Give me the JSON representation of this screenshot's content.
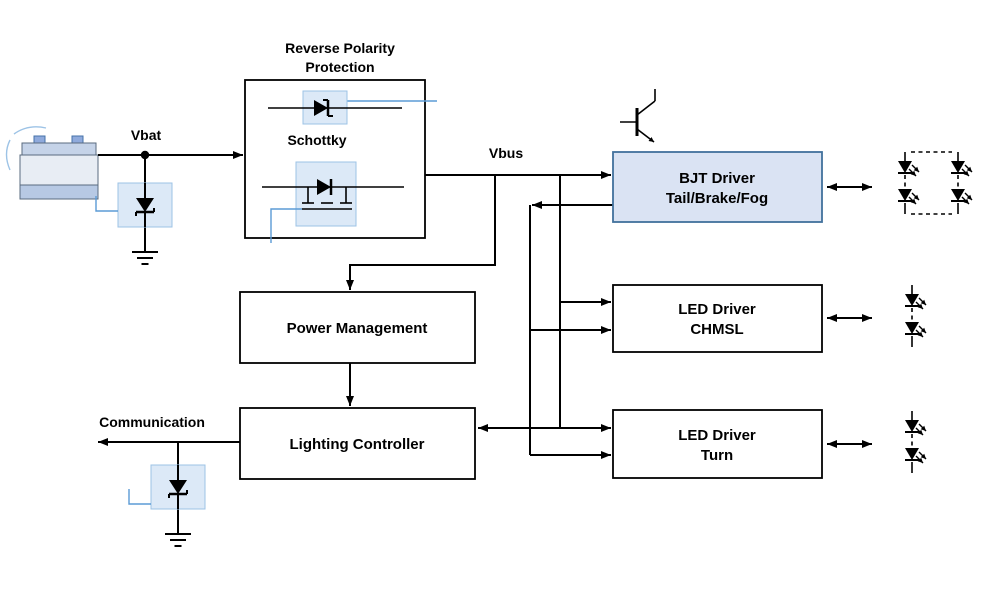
{
  "labels": {
    "vbat": "Vbat",
    "vbus": "Vbus",
    "schottky": "Schottky",
    "communication": "Communication",
    "reverse_polarity_line1": "Reverse Polarity",
    "reverse_polarity_line2": "Protection"
  },
  "blocks": {
    "power_management": {
      "label": "Power Management"
    },
    "lighting_controller": {
      "label": "Lighting Controller"
    },
    "bjt_driver": {
      "line1": "BJT Driver",
      "line2": "Tail/Brake/Fog"
    },
    "led_driver_chmsl": {
      "line1": "LED Driver",
      "line2": "CHMSL"
    },
    "led_driver_turn": {
      "line1": "LED Driver",
      "line2": "Turn"
    }
  },
  "icons": {
    "battery": "car-battery-icon",
    "tvs_input": "tvs-diode-icon",
    "tvs_comm": "tvs-diode-icon",
    "schottky_diode": "schottky-diode-icon",
    "mosfet": "mosfet-icon",
    "bjt_transistor": "bjt-transistor-icon",
    "led_string": "led-icon",
    "ground": "ground-icon"
  },
  "colors": {
    "background": "#ffffff",
    "wire": "#000000",
    "block_fill": "#ffffff",
    "block_border": "#000000",
    "highlight_fill": "#dce9f7",
    "highlight_border": "#9dc3e6",
    "bjt_driver_fill": "#dae3f3",
    "bjt_driver_border": "#41719c",
    "accent_blue": "#5b9bd5"
  }
}
